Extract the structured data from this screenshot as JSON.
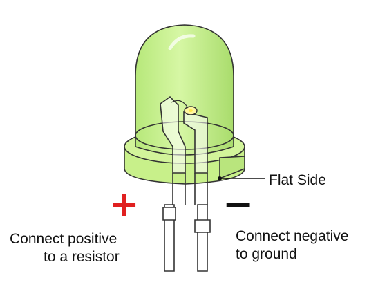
{
  "labels": {
    "flat_side": "Flat Side",
    "positive_line1": "Connect positive",
    "positive_line2": "to a resistor",
    "negative_line1": "Connect negative",
    "negative_line2": "to ground"
  },
  "signs": {
    "plus": "+",
    "minus": "−"
  },
  "colors": {
    "led_body": "#c8f08a",
    "plus_sign": "#e02020",
    "minus_sign": "#111111",
    "outline": "#333333"
  }
}
